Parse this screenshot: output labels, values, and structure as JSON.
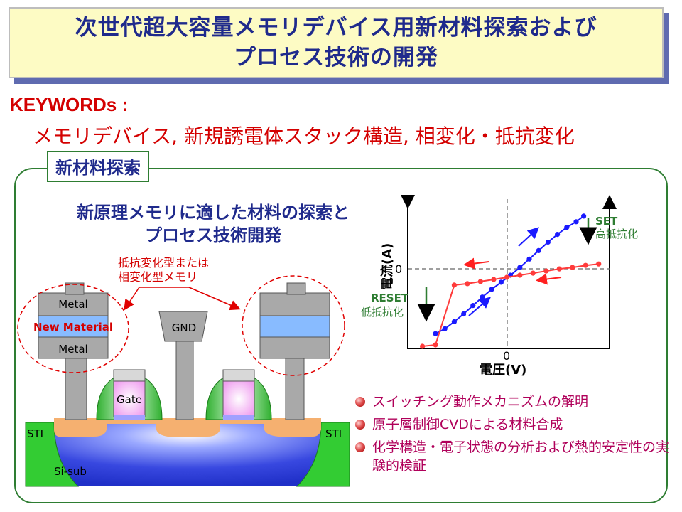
{
  "title": {
    "line1": "次世代超大容量メモリデバイス用新材料探索および",
    "line2": "プロセス技術の開発"
  },
  "keywords": {
    "label": "KEYWORDs :",
    "text": "メモリデバイス, 新規誘電体スタック構造, 相変化・抵抗変化"
  },
  "section": {
    "label": "新材料探索",
    "subtitle_line1": "新原理メモリに適した材料の探索と",
    "subtitle_line2": "プロセス技術開発"
  },
  "device": {
    "callout_line1": "抵抗変化型または",
    "callout_line2": "相変化型メモリ",
    "metal_top": "Metal",
    "new_material": "New Material",
    "metal_bottom": "Metal",
    "gnd": "GND",
    "gate": "Gate",
    "sti_left": "STI",
    "sti_right": "STI",
    "substrate": "Si-sub"
  },
  "iv_chart": {
    "ylabel": "電流(A)",
    "xlabel": "電圧(V)",
    "y_zero": "0",
    "x_zero": "0",
    "set_label": "SET",
    "set_sub": "高抵抗化",
    "reset_label": "RESET",
    "reset_sub": "低抵抗化"
  },
  "colors": {
    "title_text": "#1f2a8c",
    "keyword": "#d40000",
    "frame": "#2e7d32",
    "set_curve": "#1a1aff",
    "reset_curve": "#ff3b3b",
    "bullet_text": "#b0005a"
  },
  "chart_data": {
    "type": "line",
    "title": "",
    "xlabel": "電圧(V)",
    "ylabel": "電流(A)",
    "xlim": [
      -1,
      1
    ],
    "ylim": [
      -1,
      1
    ],
    "grid": false,
    "series": [
      {
        "name": "",
        "color": "#1a1aff",
        "x": [
          -0.78,
          -0.68,
          -0.58,
          -0.48,
          -0.38,
          -0.28,
          -0.18,
          -0.08,
          0.02,
          0.12,
          0.22,
          0.32,
          0.42,
          0.52,
          0.62,
          0.72,
          0.8
        ],
        "y": [
          -0.81,
          -0.74,
          -0.64,
          -0.53,
          -0.41,
          -0.29,
          -0.18,
          -0.08,
          0.02,
          0.13,
          0.25,
          0.37,
          0.49,
          0.6,
          0.7,
          0.78,
          0.86
        ]
      },
      {
        "name": "",
        "color": "#ff3b3b",
        "x": [
          0.96,
          0.82,
          0.68,
          0.54,
          0.4,
          0.26,
          0.12,
          -0.02,
          -0.16,
          -0.3,
          -0.44,
          -0.58,
          -0.78,
          -0.92
        ],
        "y": [
          0.18,
          0.16,
          0.13,
          0.11,
          0.08,
          0.05,
          0.02,
          -0.01,
          -0.04,
          -0.07,
          -0.1,
          -0.12,
          -0.97,
          -0.99
        ]
      }
    ]
  },
  "bullets": [
    "スイッチング動作メカニズムの解明",
    "原子層制御CVDによる材料合成",
    "化学構造・電子状態の分析および熱的安定性の実験的検証"
  ]
}
